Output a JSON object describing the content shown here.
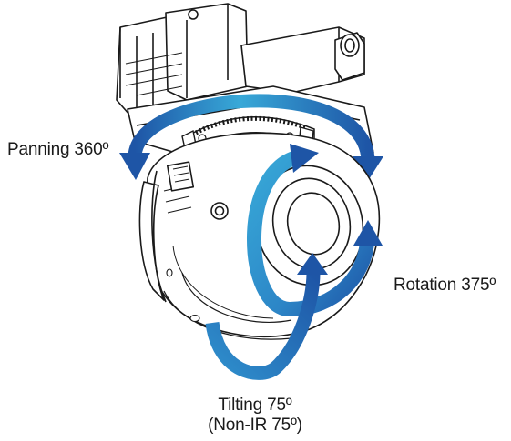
{
  "labels": {
    "panning": "Panning 360º",
    "rotation": "Rotation 375º",
    "tilting": "Tilting 75º",
    "tilting_note": "(Non-IR 75º)"
  },
  "colors": {
    "arrow_light": "#38a9d8",
    "arrow_dark": "#1e55a6",
    "line": "#1a1a1a",
    "body": "#ffffff"
  },
  "icons": [
    "camera-mount-bracket",
    "dome-camera-body",
    "camera-lens"
  ]
}
